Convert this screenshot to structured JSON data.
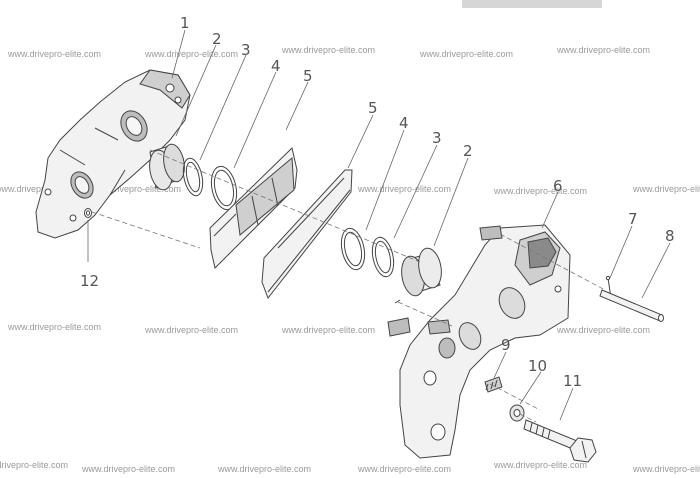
{
  "watermark_text": "www.drivepro-elite.com",
  "callouts": [
    "1",
    "2",
    "3",
    "4",
    "5",
    "5",
    "4",
    "3",
    "2",
    "6",
    "7",
    "8",
    "9",
    "10",
    "11",
    "12"
  ]
}
